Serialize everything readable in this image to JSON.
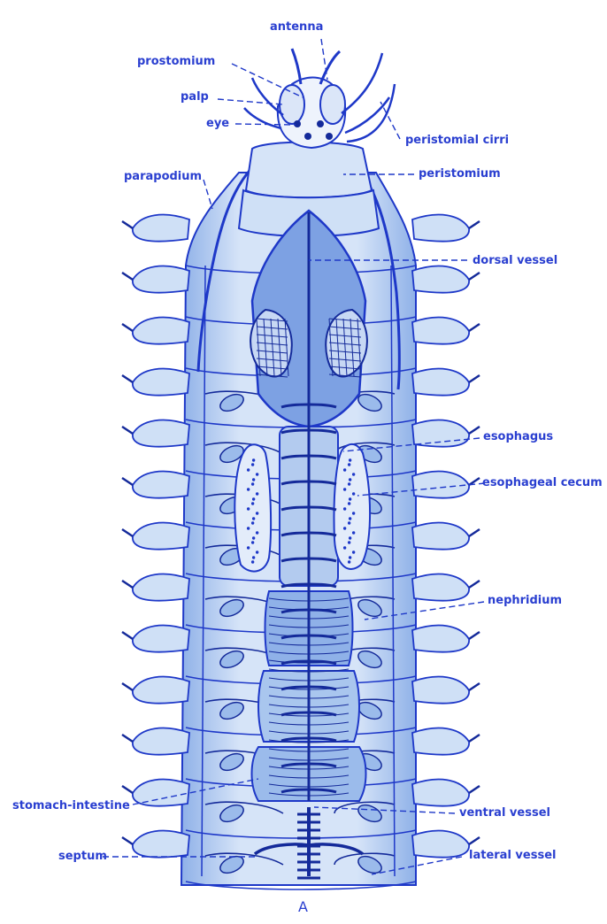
{
  "labels": {
    "antenna": "antenna",
    "prostomium": "prostomium",
    "palp": "palp",
    "eye": "eye",
    "peristomial_cirri": "peristomial cirri",
    "parapodium": "parapodium",
    "peristomium": "peristomium",
    "dorsal_vessel": "dorsal vessel",
    "esophagus": "esophagus",
    "esophageal_cecum": "esophageal cecum",
    "nephridium": "nephridium",
    "stomach_intestine": "stomach-intestine",
    "ventral_vessel": "ventral vessel",
    "septum": "septum",
    "lateral_vessel": "lateral vessel"
  },
  "panel_letter": "A",
  "colors": {
    "ink": "#1e38c8",
    "ink_dark": "#142a9a",
    "fill_light": "#cfe0f6",
    "fill_mid": "#a9c6ee",
    "label": "#2a3fd0"
  }
}
